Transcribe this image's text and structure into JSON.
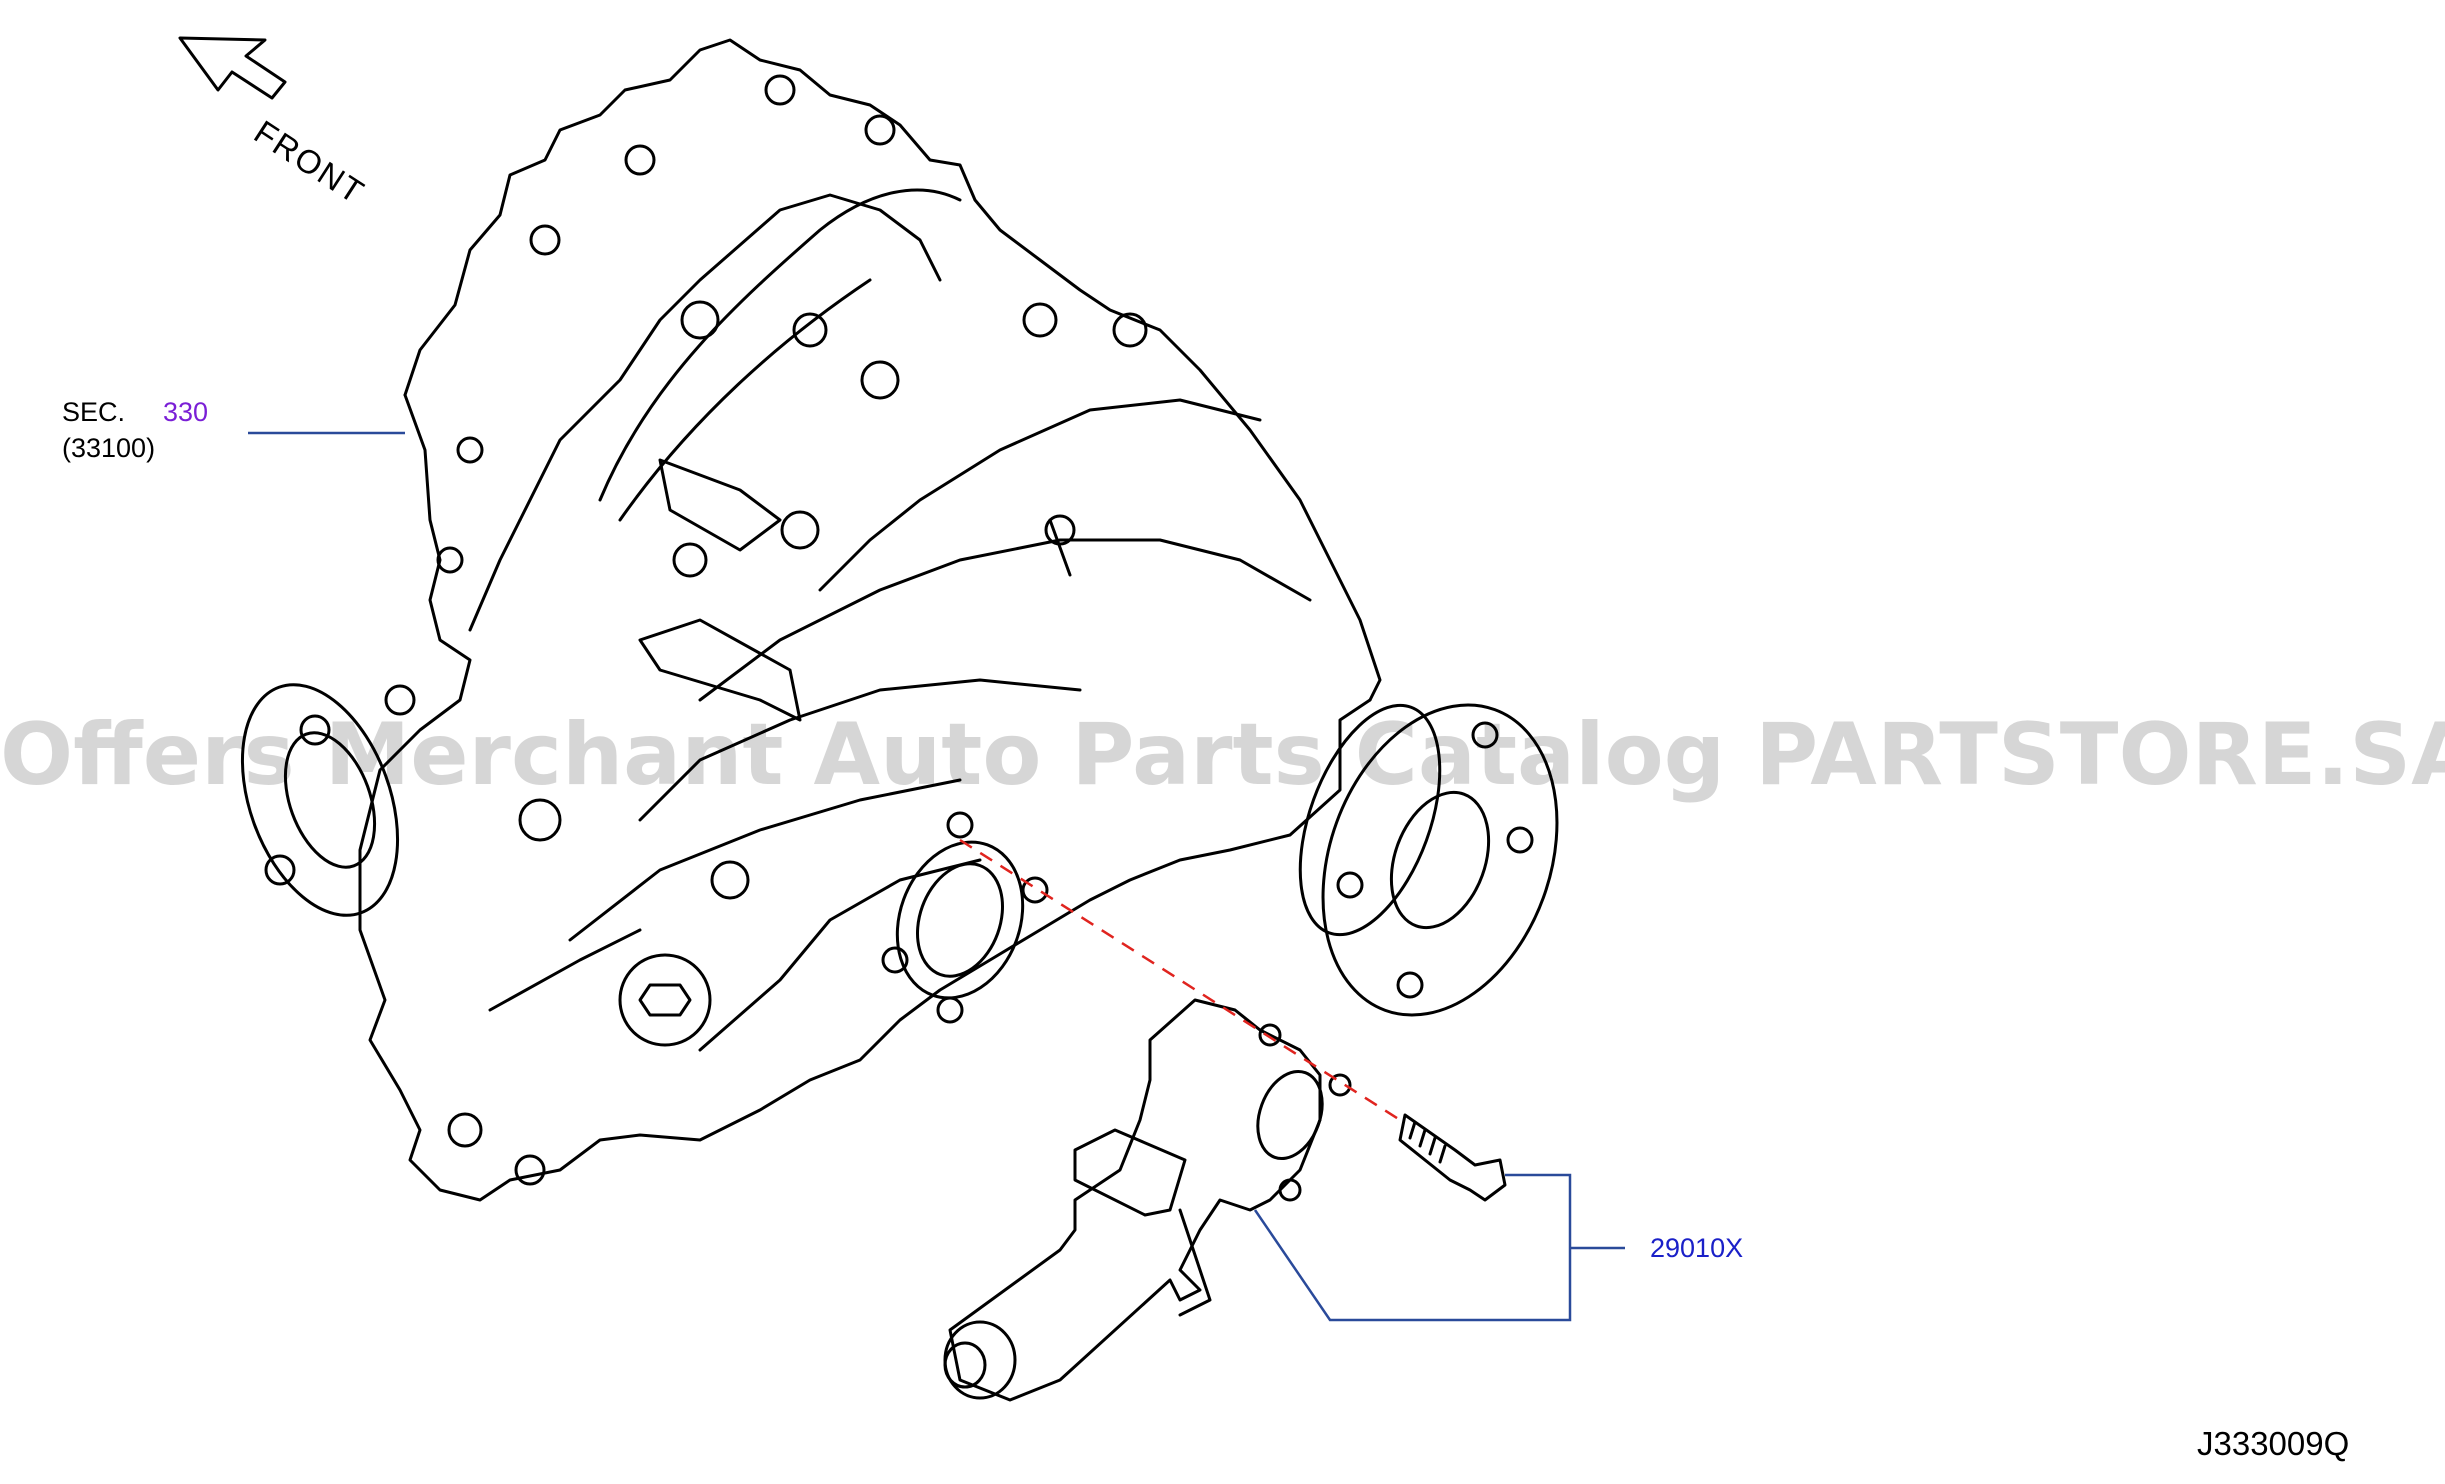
{
  "colors": {
    "line": "#000000",
    "leader": "#2a4a9a",
    "link_purple": "#7a1fd6",
    "part_blue": "#1a20c8",
    "dash_red": "#e0241f",
    "watermark": "rgba(0,0,0,0.16)"
  },
  "labels": {
    "front": "FRONT",
    "sec_prefix": "SEC.",
    "sec_number": "330",
    "sec_sub": "(33100)",
    "part_number": "29010X",
    "diagram_code": "J333009Q"
  },
  "watermark": "Offers Merchant Auto Parts Catalog PARTSTORE.SA",
  "icons": {
    "front_arrow": "arrow-up-left-icon"
  }
}
